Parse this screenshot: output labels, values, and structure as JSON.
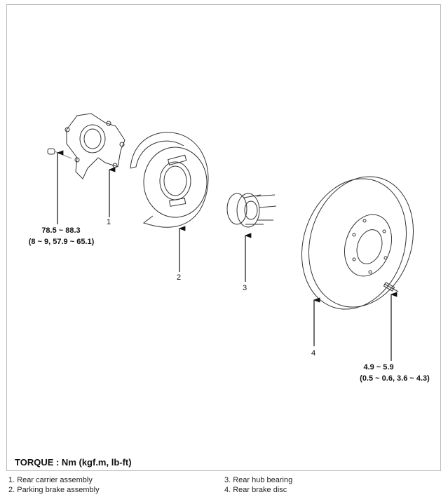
{
  "callouts": [
    {
      "number": "1"
    },
    {
      "number": "2"
    },
    {
      "number": "3"
    },
    {
      "number": "4"
    }
  ],
  "torque_specs": [
    {
      "line1": "78.5 ~ 88.3",
      "line2": "(8 ~ 9, 57.9 ~ 65.1)"
    },
    {
      "line1": "4.9 ~ 5.9",
      "line2": "(0.5 ~ 0.6, 3.6 ~ 4.3)"
    }
  ],
  "torque_unit": "TORQUE : Nm (kgf.m, lb-ft)",
  "legend": [
    "1. Rear carrier assembly",
    "2. Parking brake assembly",
    "3. Rear hub bearing",
    "4. Rear brake disc"
  ]
}
